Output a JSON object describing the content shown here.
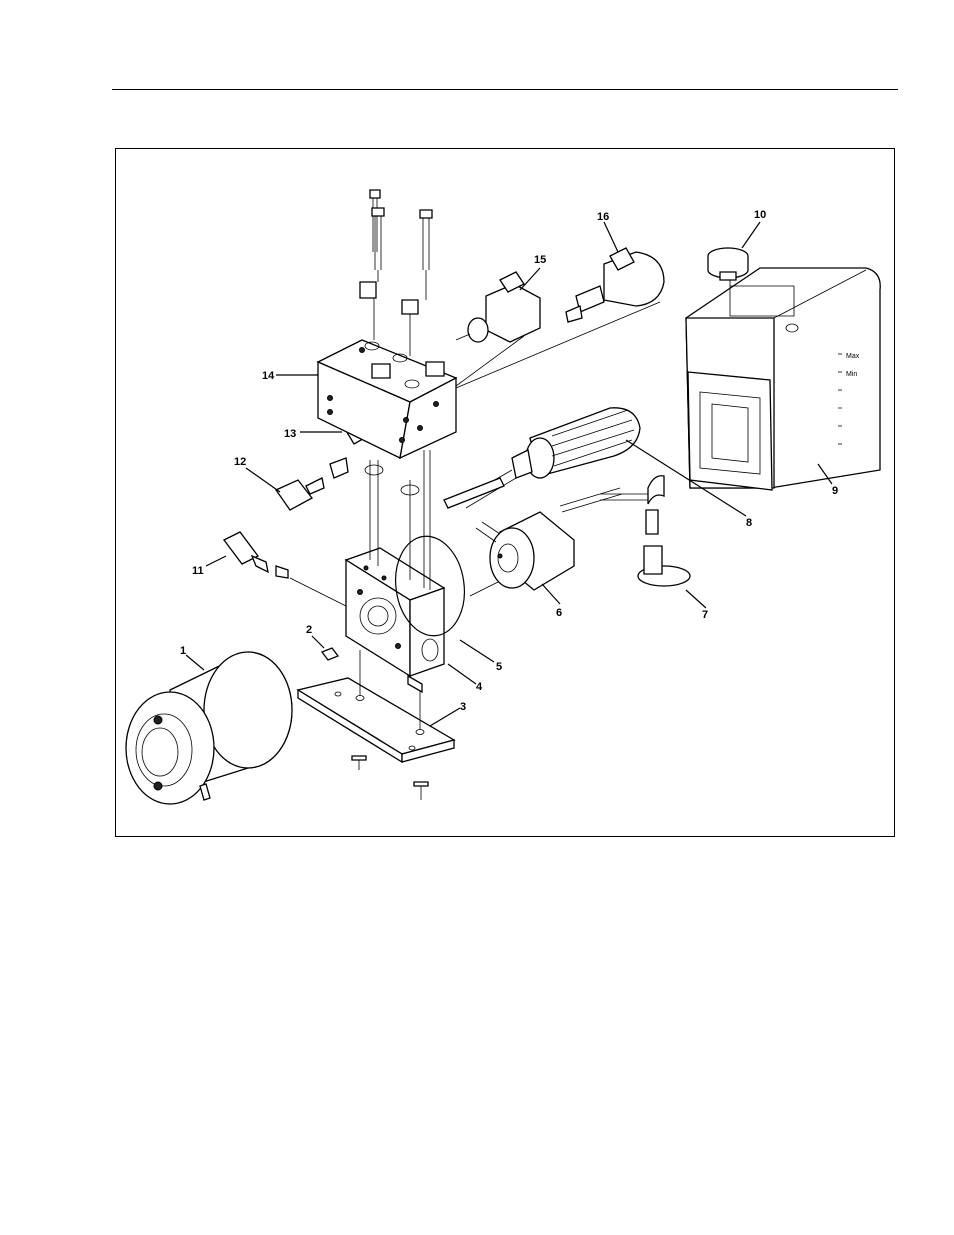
{
  "figure": {
    "callouts": [
      {
        "id": "c1",
        "label": "1"
      },
      {
        "id": "c2",
        "label": "2"
      },
      {
        "id": "c3",
        "label": "3"
      },
      {
        "id": "c4",
        "label": "4"
      },
      {
        "id": "c5",
        "label": "5"
      },
      {
        "id": "c6",
        "label": "6"
      },
      {
        "id": "c7",
        "label": "7"
      },
      {
        "id": "c8",
        "label": "8"
      },
      {
        "id": "c9",
        "label": "9"
      },
      {
        "id": "c10",
        "label": "10"
      },
      {
        "id": "c11",
        "label": "11"
      },
      {
        "id": "c12",
        "label": "12"
      },
      {
        "id": "c13",
        "label": "13"
      },
      {
        "id": "c14",
        "label": "14"
      },
      {
        "id": "c15",
        "label": "15"
      },
      {
        "id": "c16",
        "label": "16"
      }
    ],
    "reservoir_markings": {
      "max": "Max",
      "min": "Min"
    }
  }
}
